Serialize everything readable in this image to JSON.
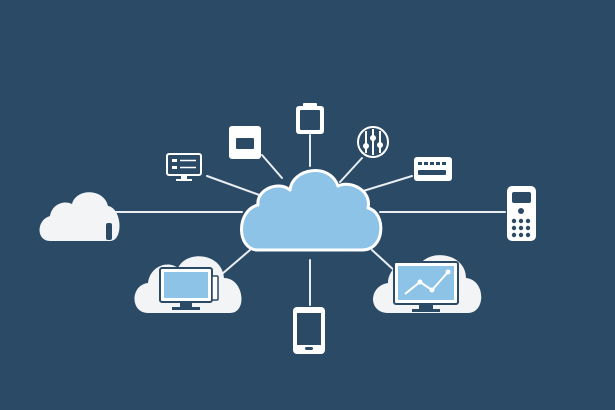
{
  "colors": {
    "background": "#2b4a66",
    "central_cloud_fill": "#8cc3e6",
    "central_cloud_stroke": "#ffffff",
    "connector": "#e9eef3",
    "device_white": "#ffffff",
    "device_dark": "#2b4a66",
    "screen_blue": "#8cc3e6",
    "small_cloud_fill": "#f2f4f6"
  },
  "diagram": {
    "hub": {
      "icon": "cloud-icon"
    },
    "nodes": [
      {
        "id": "tablet-top",
        "icon": "tablet-icon"
      },
      {
        "id": "card-box",
        "icon": "card-icon"
      },
      {
        "id": "control-knob",
        "icon": "dial-control-icon"
      },
      {
        "id": "monitor",
        "icon": "monitor-icon"
      },
      {
        "id": "router",
        "icon": "router-icon"
      },
      {
        "id": "server-cloud",
        "icon": "cloud-server-icon"
      },
      {
        "id": "remote",
        "icon": "remote-control-icon"
      },
      {
        "id": "desktop-cloud",
        "icon": "cloud-desktop-icon"
      },
      {
        "id": "smartphone",
        "icon": "smartphone-icon"
      },
      {
        "id": "laptop-cloud",
        "icon": "cloud-laptop-icon"
      }
    ]
  }
}
